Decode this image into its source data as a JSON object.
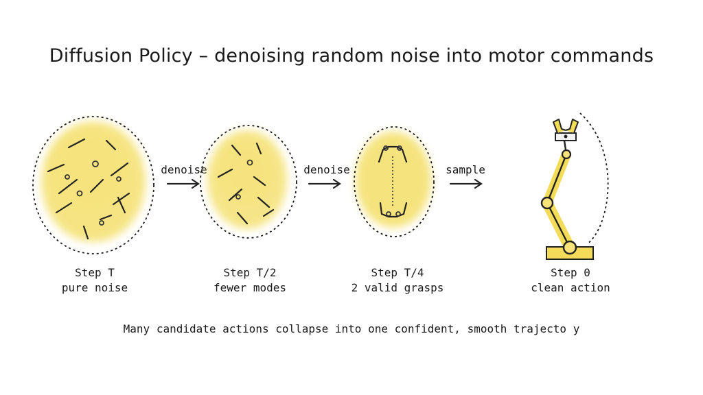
{
  "title": "Diffusion Policy – denoising random noise into motor commands",
  "arrows": [
    "denoise",
    "denoise",
    "sample"
  ],
  "steps": [
    {
      "name": "Step T",
      "desc": "pure noise"
    },
    {
      "name": "Step T/2",
      "desc": "fewer modes"
    },
    {
      "name": "Step T/4",
      "desc": "2 valid grasps"
    },
    {
      "name": "Step 0",
      "desc": "clean action"
    }
  ],
  "caption": "Many candidate actions collapse into one confident, smooth trajecto y",
  "colors": {
    "highlight": "#f3dc5a",
    "ink": "#1a1a1a"
  }
}
